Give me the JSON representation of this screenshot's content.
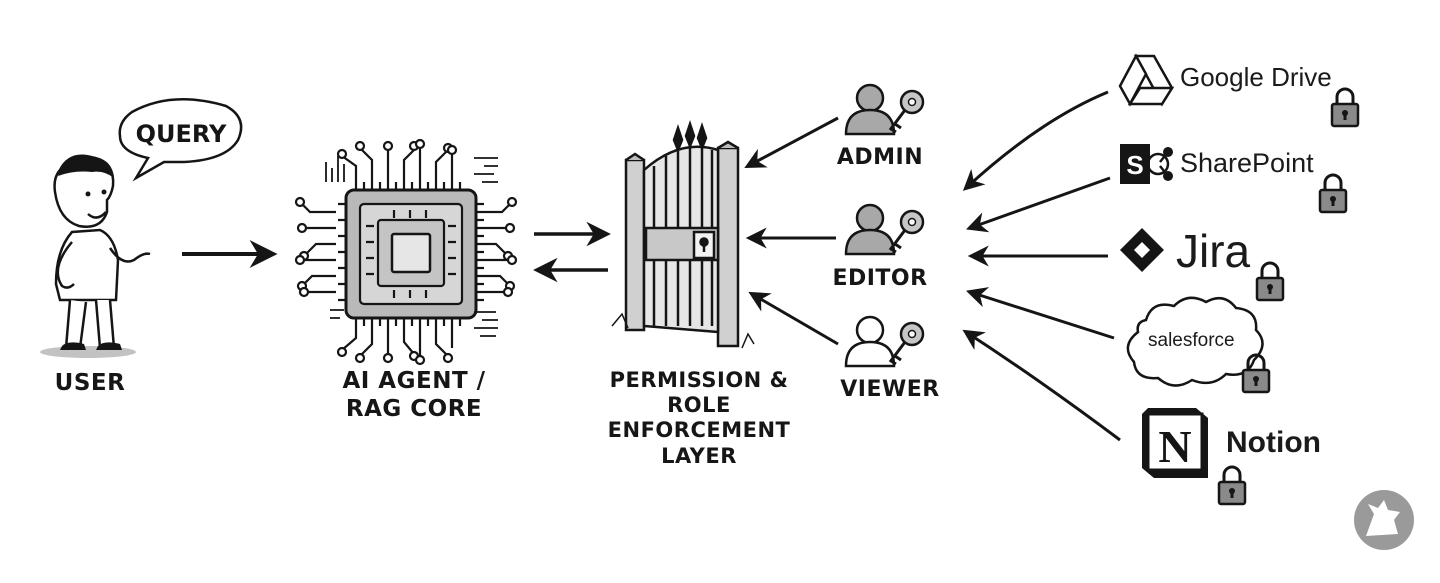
{
  "bubble_text": "QUERY",
  "nodes": {
    "user": "USER",
    "ai_core": "AI AGENT / RAG CORE",
    "gate": "PERMISSION & ROLE ENFORCEMENT LAYER"
  },
  "roles": [
    "ADMIN",
    "EDITOR",
    "VIEWER"
  ],
  "sources": [
    {
      "name": "Google Drive",
      "icon": "google-drive-icon",
      "locked": true
    },
    {
      "name": "SharePoint",
      "icon": "sharepoint-icon",
      "locked": true
    },
    {
      "name": "Jira",
      "icon": "jira-icon",
      "locked": true
    },
    {
      "name": "salesforce",
      "icon": "salesforce-cloud-icon",
      "locked": true
    },
    {
      "name": "Notion",
      "icon": "notion-icon",
      "locked": true
    }
  ],
  "colors": {
    "ink": "#151515",
    "chip_fill": "#b9b9b9",
    "chip_core": "#d6d6d6",
    "lock_fill": "#8a8a8a",
    "wolf_mark": "#9a9a9a"
  }
}
